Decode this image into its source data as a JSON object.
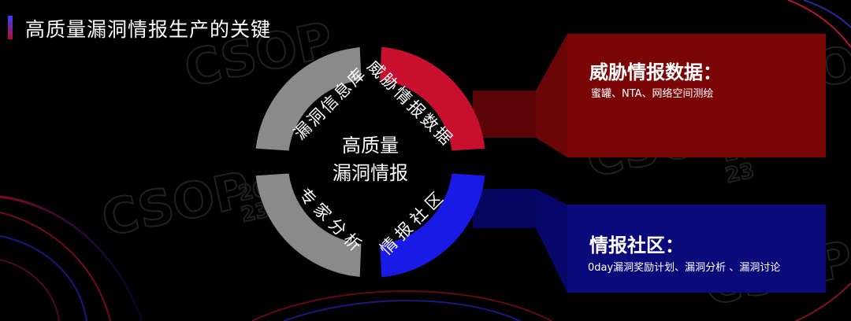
{
  "page": {
    "title": "高质量漏洞情报生产的关键"
  },
  "ring": {
    "center_line1": "高质量",
    "center_line2": "漏洞情报",
    "segments": [
      {
        "id": "vuln-db",
        "label": "漏洞信息库",
        "color": "#8a8a8a"
      },
      {
        "id": "threat-data",
        "label": "威胁情报数据",
        "color": "#c8102e"
      },
      {
        "id": "expert-analysis",
        "label": "专家分析",
        "color": "#8a8a8a"
      },
      {
        "id": "intel-community",
        "label": "情报社区",
        "color": "#1a1ae6"
      }
    ]
  },
  "panels": {
    "threat": {
      "title": "威胁情报数据：",
      "desc": "蜜罐、NTA、网络空间测绘",
      "color": "#7a0606"
    },
    "community": {
      "title": "情报社区：",
      "desc": "0day漏洞奖励计划、漏洞分析 、漏洞讨论",
      "color": "#0a0a7a"
    }
  },
  "watermark": {
    "brand": "CSOP",
    "year_top": "20",
    "year_bottom": "23"
  }
}
